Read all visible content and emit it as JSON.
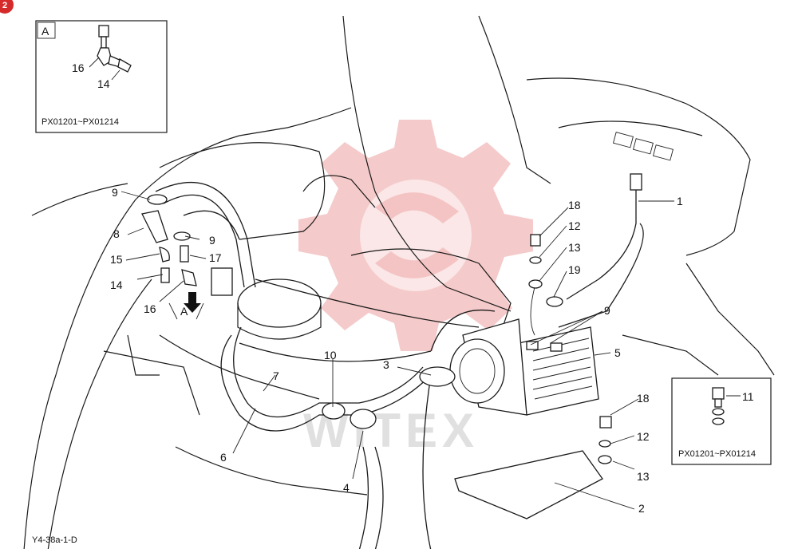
{
  "corner_badge": "2",
  "inset_a": {
    "letter": "A",
    "labels": [
      "16",
      "14"
    ],
    "range": "PX01201~PX01214"
  },
  "inset_b": {
    "labels": [
      "11"
    ],
    "range": "PX01201~PX01214"
  },
  "drawing_code": "Y4-38a-1-D",
  "watermark": "WITEX",
  "callouts": [
    {
      "id": "c1",
      "text": "1"
    },
    {
      "id": "c2",
      "text": "2"
    },
    {
      "id": "c3",
      "text": "3"
    },
    {
      "id": "c4",
      "text": "4"
    },
    {
      "id": "c5",
      "text": "5"
    },
    {
      "id": "c6",
      "text": "6"
    },
    {
      "id": "c7",
      "text": "7"
    },
    {
      "id": "c8",
      "text": "8"
    },
    {
      "id": "c9a",
      "text": "9"
    },
    {
      "id": "c9b",
      "text": "9"
    },
    {
      "id": "c9c",
      "text": "9"
    },
    {
      "id": "c10",
      "text": "10"
    },
    {
      "id": "c12a",
      "text": "12"
    },
    {
      "id": "c12b",
      "text": "12"
    },
    {
      "id": "c13a",
      "text": "13"
    },
    {
      "id": "c13b",
      "text": "13"
    },
    {
      "id": "c14",
      "text": "14"
    },
    {
      "id": "c15",
      "text": "15"
    },
    {
      "id": "c16",
      "text": "16"
    },
    {
      "id": "c17",
      "text": "17"
    },
    {
      "id": "c18a",
      "text": "18"
    },
    {
      "id": "c18b",
      "text": "18"
    },
    {
      "id": "c19",
      "text": "19"
    },
    {
      "id": "cA",
      "text": "A"
    }
  ]
}
